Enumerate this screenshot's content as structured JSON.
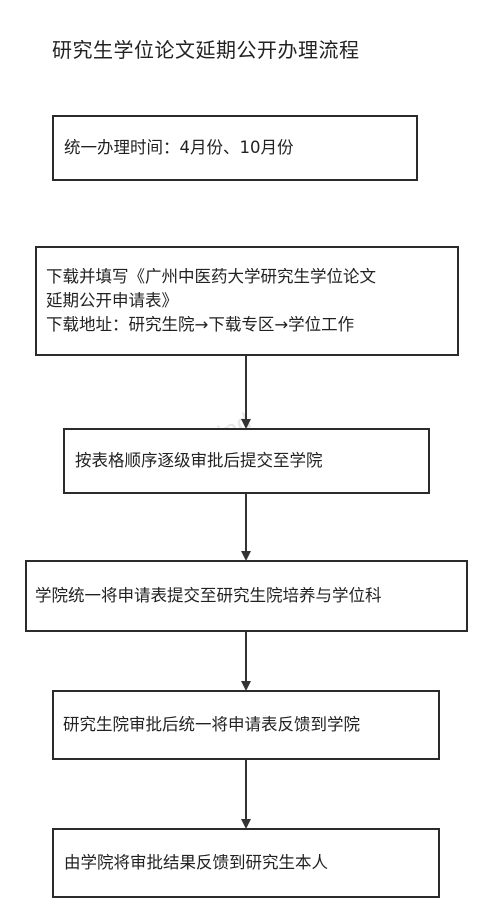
{
  "title": "研究生学位论文延期公开办理流程",
  "watermark": "Mind",
  "steps": [
    {
      "lines": [
        "统一办理时间：4月份、10月份"
      ]
    },
    {
      "lines": [
        "下载并填写《广州中医药大学研究生学位论文",
        "延期公开申请表》",
        "下载地址：研究生院→下载专区→学位工作"
      ]
    },
    {
      "lines": [
        "按表格顺序逐级审批后提交至学院"
      ]
    },
    {
      "lines": [
        "学院统一将申请表提交至研究生院培养与学位科"
      ]
    },
    {
      "lines": [
        "研究生院审批后统一将申请表反馈到学院"
      ]
    },
    {
      "lines": [
        "由学院将审批结果反馈到研究生本人"
      ]
    }
  ],
  "colors": {
    "border": "#2b2b2b",
    "arrow": "#333333",
    "text": "#222222",
    "background": "#ffffff"
  }
}
